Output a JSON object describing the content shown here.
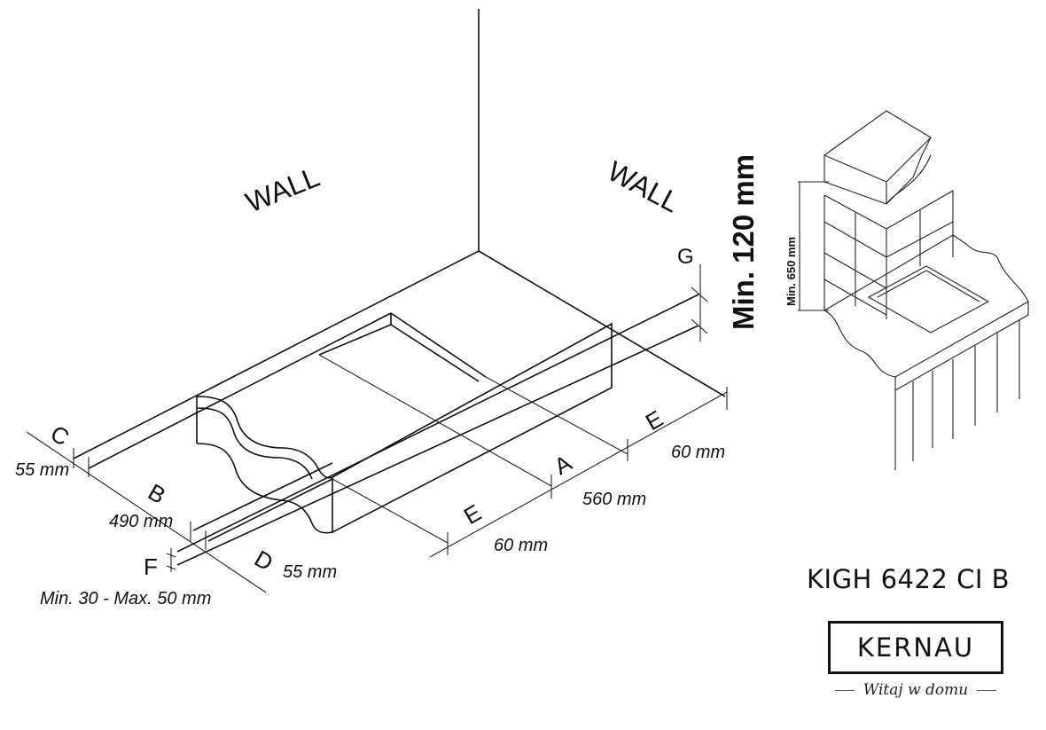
{
  "diagram": {
    "wall_left": "WALL",
    "wall_right": "WALL",
    "min_height": "Min. 120 mm",
    "labels": {
      "A": "A",
      "B": "B",
      "C": "C",
      "D": "D",
      "E1": "E",
      "E2": "E",
      "F": "F",
      "G": "G"
    },
    "dimensions": {
      "C": "55 mm",
      "B": "490 mm",
      "D": "55 mm",
      "F": "Min. 30 - Max. 50 mm",
      "A": "560 mm",
      "E_front": "60 mm",
      "E_back": "60 mm"
    }
  },
  "inset": {
    "hood_height": "Min. 650 mm"
  },
  "product": {
    "model": "KIGH 6422 CI B",
    "brand": "KERNAU",
    "slogan": "Witaj w domu"
  }
}
